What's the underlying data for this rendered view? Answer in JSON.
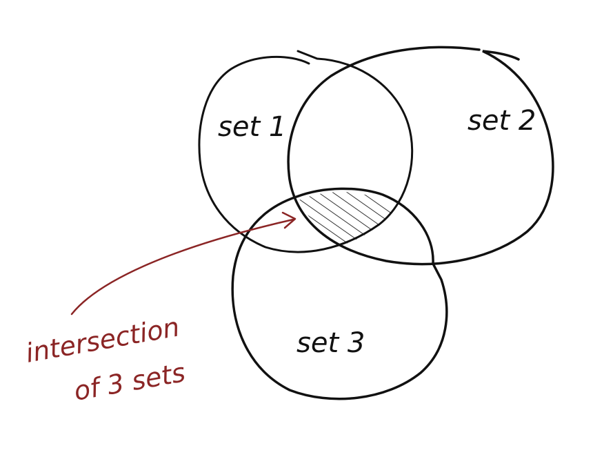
{
  "sets": [
    {
      "label": "set 1"
    },
    {
      "label": "set 2"
    },
    {
      "label": "set 3"
    }
  ],
  "annotation": {
    "line1": "intersection",
    "line2": "of 3 sets"
  },
  "colors": {
    "outline": "#111111",
    "annotation": "#8b2525",
    "hatch": "#333333"
  }
}
